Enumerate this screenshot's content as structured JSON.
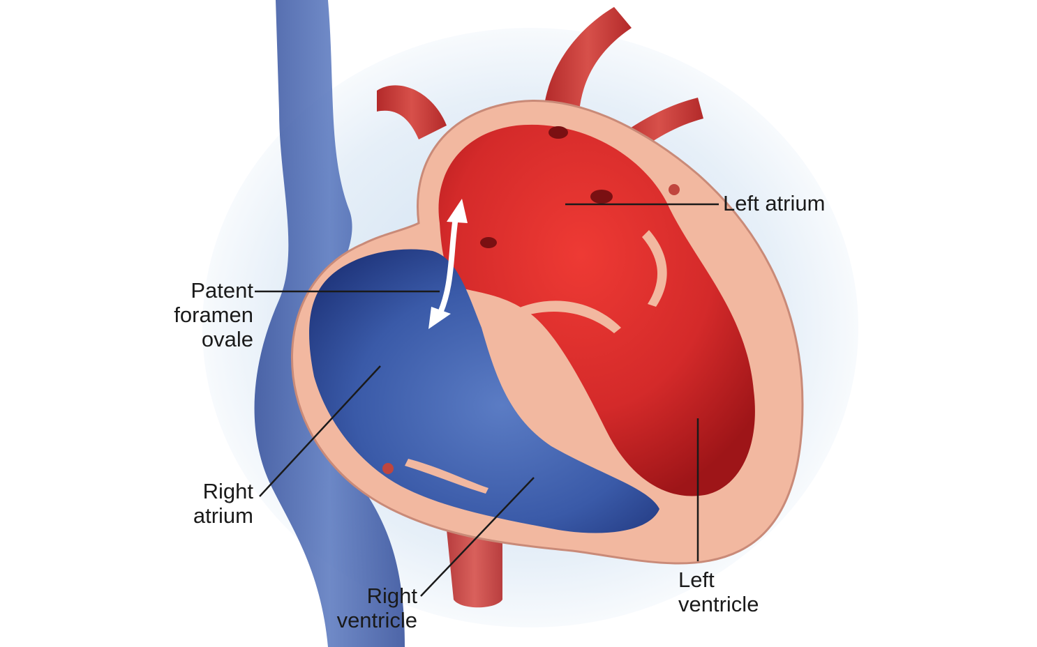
{
  "labels": {
    "left_atrium": "Left atrium",
    "pfo_line1": "Patent",
    "pfo_line2": "foramen",
    "pfo_line3": "ovale",
    "right_atrium_line1": "Right",
    "right_atrium_line2": "atrium",
    "right_ventricle_line1": "Right",
    "right_ventricle_line2": "ventricle",
    "left_ventricle_line1": "Left",
    "left_ventricle_line2": "ventricle"
  },
  "colors": {
    "oxygenated_blood": "#d42a2a",
    "deoxygenated_blood": "#3a5aa8",
    "heart_wall": "#f2b8a0",
    "background_glow": "#dce8f4",
    "label_text": "#1a1a1a",
    "leader_line": "#1a1a1a"
  }
}
